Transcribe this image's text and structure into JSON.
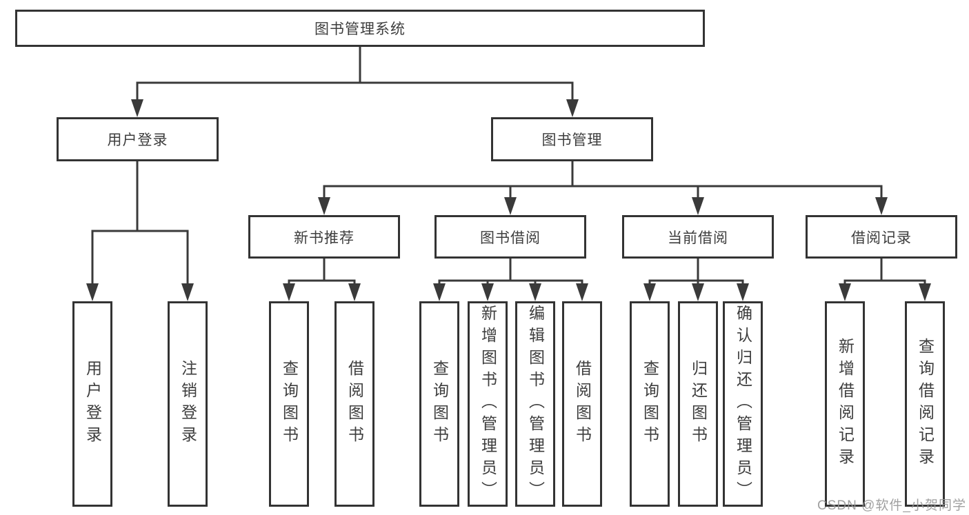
{
  "tree": {
    "root": {
      "label": "图书管理系统",
      "children": [
        {
          "label": "用户登录",
          "children": [
            {
              "label": "用户登录"
            },
            {
              "label": "注销登录"
            }
          ]
        },
        {
          "label": "图书管理",
          "children": [
            {
              "label": "新书推荐",
              "children": [
                {
                  "label": "查询图书"
                },
                {
                  "label": "借阅图书"
                }
              ]
            },
            {
              "label": "图书借阅",
              "children": [
                {
                  "label": "查询图书"
                },
                {
                  "label": "新增图书（管理员）"
                },
                {
                  "label": "编辑图书（管理员）"
                },
                {
                  "label": "借阅图书"
                }
              ]
            },
            {
              "label": "当前借阅",
              "children": [
                {
                  "label": "查询图书"
                },
                {
                  "label": "归还图书"
                },
                {
                  "label": "确认归还（管理员）"
                }
              ]
            },
            {
              "label": "借阅记录",
              "children": [
                {
                  "label": "新增借阅记录"
                },
                {
                  "label": "查询借阅记录"
                }
              ]
            }
          ]
        }
      ]
    }
  },
  "watermark": {
    "text": "CSDN @软件_小贺同学"
  },
  "colors": {
    "line": "#3a3a3a",
    "box_border": "#333333",
    "text": "#3d3d3d",
    "watermark": "#969696",
    "background": "#ffffff"
  }
}
